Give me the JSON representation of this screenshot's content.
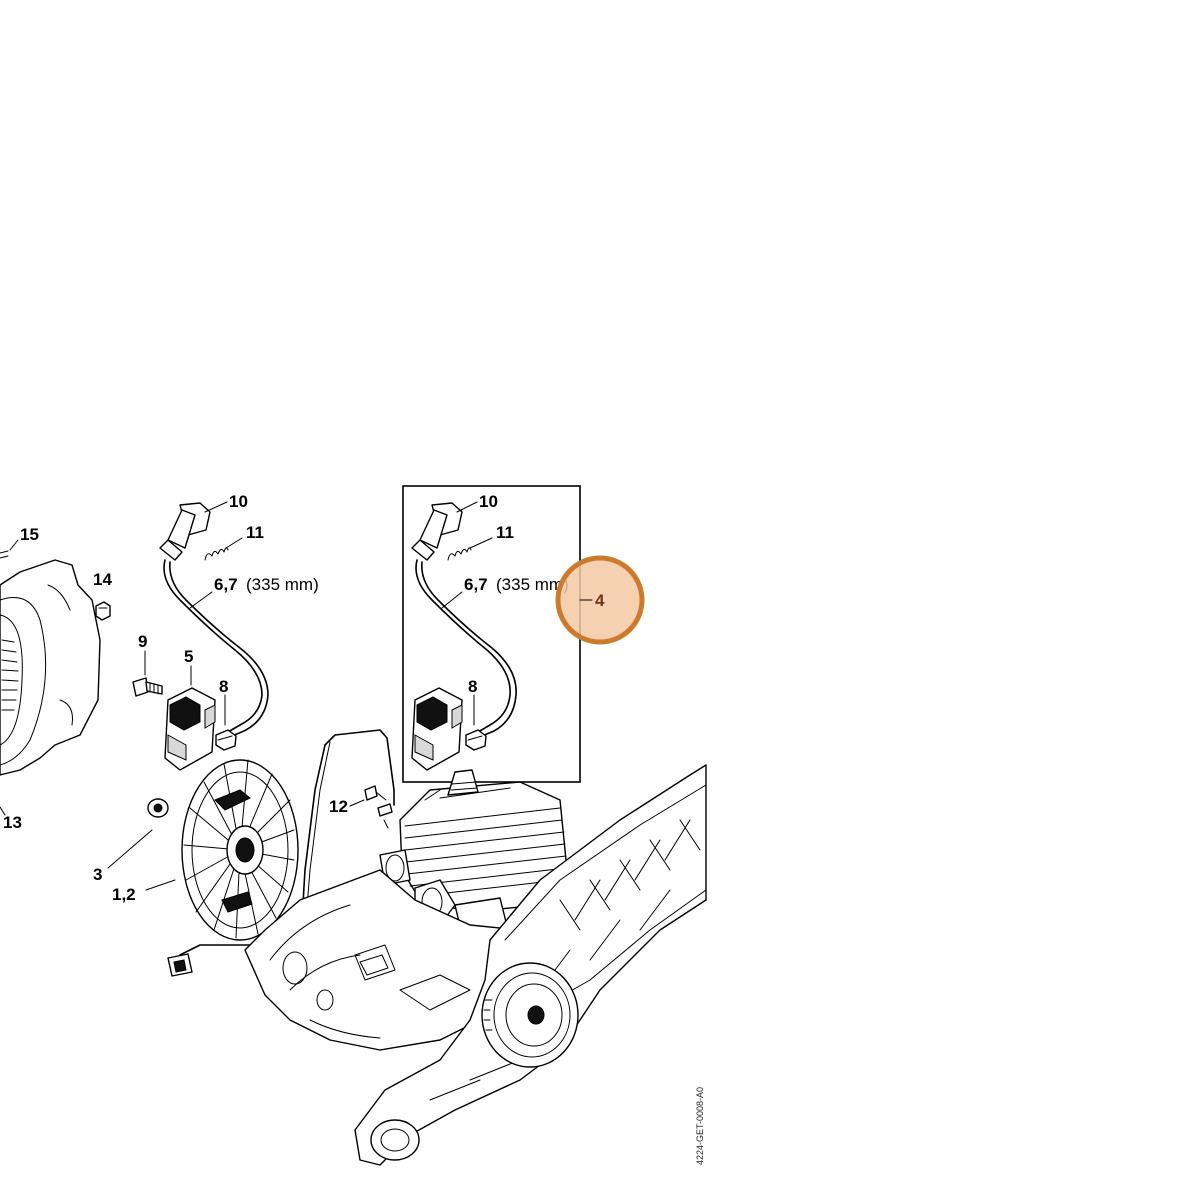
{
  "labels": {
    "l15": "15",
    "l14": "14",
    "l13": "13",
    "l10a": "10",
    "l11a": "11",
    "l67a": "6,7",
    "mm_a": "(335 mm)",
    "l9": "9",
    "l5": "5",
    "l8a": "8",
    "l3": "3",
    "l12": "1,2",
    "l12b": "12",
    "l10b": "10",
    "l11b": "11",
    "l67b": "6,7",
    "mm_b": "(335 mm)",
    "l8b": "8",
    "l4": "4"
  },
  "drawing_code": "4224-GET-0008-A0",
  "highlight": {
    "label": "4",
    "fill_color": "#f3c9a3",
    "ring_color": "#cc7a2c"
  }
}
